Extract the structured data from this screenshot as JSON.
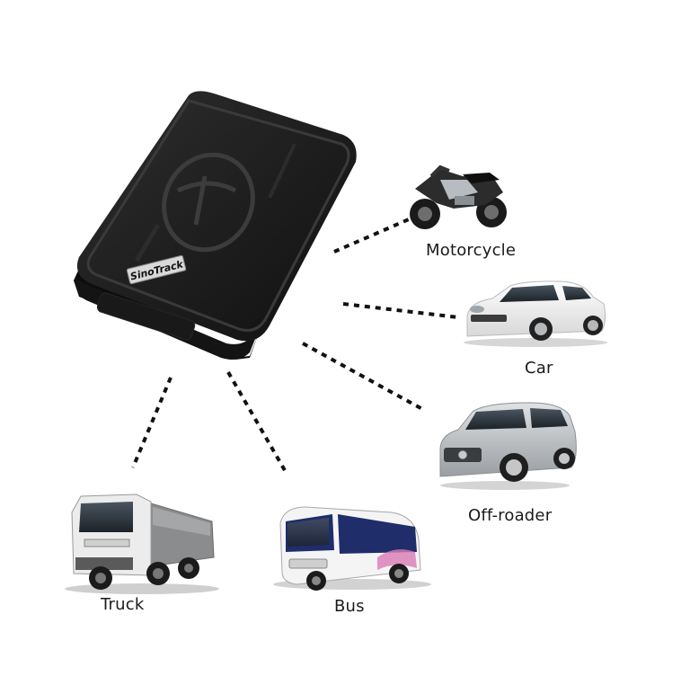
{
  "device": {
    "brand_logo": "SinoTrack"
  },
  "vehicles": {
    "motorcycle": "Motorcycle",
    "car": "Car",
    "offroader": "Off-roader",
    "truck": "Truck",
    "bus": "Bus"
  },
  "colors": {
    "device_body": "#1b1b1b",
    "dotted_line": "#111111",
    "car_body": "#f2f2f2",
    "suv_body": "#bfc3c6",
    "truck_tipper": "#8a8c8e",
    "bus_body": "#f4f4f4",
    "bus_accent": "#1f2d6b"
  }
}
